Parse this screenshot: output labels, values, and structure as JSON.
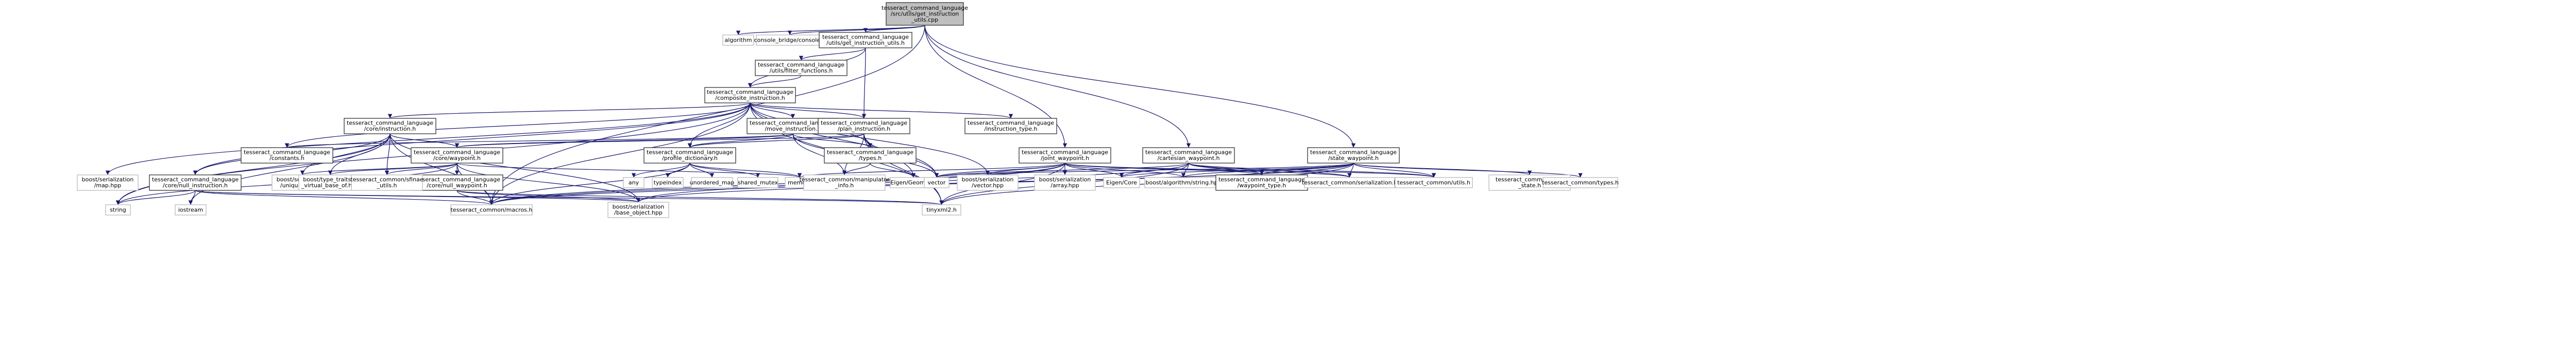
{
  "colors": {
    "edge": "#191970",
    "box_border": "#404040",
    "ext_border": "#bfbfbf",
    "root_fill": "#bfbfbf"
  },
  "nodes": [
    {
      "id": "root",
      "lines": [
        "tesseract_command_language",
        "/src/utils/get_instruction",
        "_utils.cpp"
      ],
      "root": true
    },
    {
      "id": "algorithm",
      "lines": [
        "algorithm"
      ],
      "ext": true
    },
    {
      "id": "console",
      "lines": [
        "console_bridge/console.h"
      ],
      "ext": true
    },
    {
      "id": "get_utils",
      "lines": [
        "tesseract_command_language",
        "/utils/get_instruction_utils.h"
      ]
    },
    {
      "id": "filter",
      "lines": [
        "tesseract_command_language",
        "/utils/filter_functions.h"
      ]
    },
    {
      "id": "composite",
      "lines": [
        "tesseract_command_language",
        "/composite_instruction.h"
      ]
    },
    {
      "id": "core_instruction",
      "lines": [
        "tesseract_command_language",
        "/core/instruction.h"
      ]
    },
    {
      "id": "move_instruction",
      "lines": [
        "tesseract_command_language",
        "/move_instruction.h"
      ]
    },
    {
      "id": "plan_instruction",
      "lines": [
        "tesseract_command_language",
        "/plan_instruction.h"
      ]
    },
    {
      "id": "instruction_type",
      "lines": [
        "tesseract_command_language",
        "/instruction_type.h"
      ]
    },
    {
      "id": "joint_waypoint",
      "lines": [
        "tesseract_command_language",
        "/joint_waypoint.h"
      ]
    },
    {
      "id": "cartesian_waypoint",
      "lines": [
        "tesseract_command_language",
        "/cartesian_waypoint.h"
      ]
    },
    {
      "id": "state_waypoint",
      "lines": [
        "tesseract_command_language",
        "/state_waypoint.h"
      ]
    },
    {
      "id": "constants",
      "lines": [
        "tesseract_command_language",
        "/constants.h"
      ]
    },
    {
      "id": "core_waypoint",
      "lines": [
        "tesseract_command_language",
        "/core/waypoint.h"
      ]
    },
    {
      "id": "profile_dictionary",
      "lines": [
        "tesseract_command_language",
        "/profile_dictionary.h"
      ]
    },
    {
      "id": "types",
      "lines": [
        "tesseract_command_language",
        "/types.h"
      ]
    },
    {
      "id": "null_instruction",
      "lines": [
        "tesseract_command_language",
        "/core/null_instruction.h"
      ]
    },
    {
      "id": "null_waypoint",
      "lines": [
        "tesseract_command_language",
        "/core/null_waypoint.h"
      ]
    },
    {
      "id": "boost_map",
      "lines": [
        "boost/serialization",
        "/map.hpp"
      ],
      "ext": true
    },
    {
      "id": "boost_unique_ptr",
      "lines": [
        "boost/serialization",
        "/unique_ptr.hpp"
      ],
      "ext": true
    },
    {
      "id": "boost_type_traits",
      "lines": [
        "boost/type_traits/is",
        "_virtual_base_of.hpp"
      ],
      "ext": true
    },
    {
      "id": "sfinae",
      "lines": [
        "tesseract_common/sfinae",
        "_utils.h"
      ],
      "ext": true
    },
    {
      "id": "any",
      "lines": [
        "any"
      ],
      "ext": true
    },
    {
      "id": "typeindex",
      "lines": [
        "typeindex"
      ],
      "ext": true
    },
    {
      "id": "unordered_map",
      "lines": [
        "unordered_map"
      ],
      "ext": true
    },
    {
      "id": "shared_mutex",
      "lines": [
        "shared_mutex"
      ],
      "ext": true
    },
    {
      "id": "memory",
      "lines": [
        "memory"
      ],
      "ext": true
    },
    {
      "id": "manipulator_info",
      "lines": [
        "tesseract_common/manipulator",
        "_info.h"
      ],
      "ext": true
    },
    {
      "id": "eigen_geometry",
      "lines": [
        "Eigen/Geometry"
      ],
      "ext": true
    },
    {
      "id": "vector",
      "lines": [
        "vector"
      ],
      "ext": true
    },
    {
      "id": "boost_vector",
      "lines": [
        "boost/serialization",
        "/vector.hpp"
      ],
      "ext": true
    },
    {
      "id": "boost_array",
      "lines": [
        "boost/serialization",
        "/array.hpp"
      ],
      "ext": true
    },
    {
      "id": "eigen_core",
      "lines": [
        "Eigen/Core"
      ],
      "ext": true
    },
    {
      "id": "boost_algorithm",
      "lines": [
        "boost/algorithm/string.hpp"
      ],
      "ext": true
    },
    {
      "id": "waypoint_type",
      "lines": [
        "tesseract_command_language",
        "/waypoint_type.h"
      ]
    },
    {
      "id": "common_serialization",
      "lines": [
        "tesseract_common/serialization.h"
      ],
      "ext": true
    },
    {
      "id": "common_utils",
      "lines": [
        "tesseract_common/utils.h"
      ],
      "ext": true
    },
    {
      "id": "joint_state",
      "lines": [
        "tesseract_common/joint",
        "_state.h"
      ],
      "ext": true
    },
    {
      "id": "common_types",
      "lines": [
        "tesseract_common/types.h"
      ],
      "ext": true
    },
    {
      "id": "string",
      "lines": [
        "string"
      ],
      "ext": true
    },
    {
      "id": "iostream",
      "lines": [
        "iostream"
      ],
      "ext": true
    },
    {
      "id": "macros",
      "lines": [
        "tesseract_common/macros.h"
      ],
      "ext": true
    },
    {
      "id": "base_object",
      "lines": [
        "boost/serialization",
        "/base_object.hpp"
      ],
      "ext": true
    },
    {
      "id": "tinyxml2",
      "lines": [
        "tinyxml2.h"
      ],
      "ext": true
    }
  ]
}
